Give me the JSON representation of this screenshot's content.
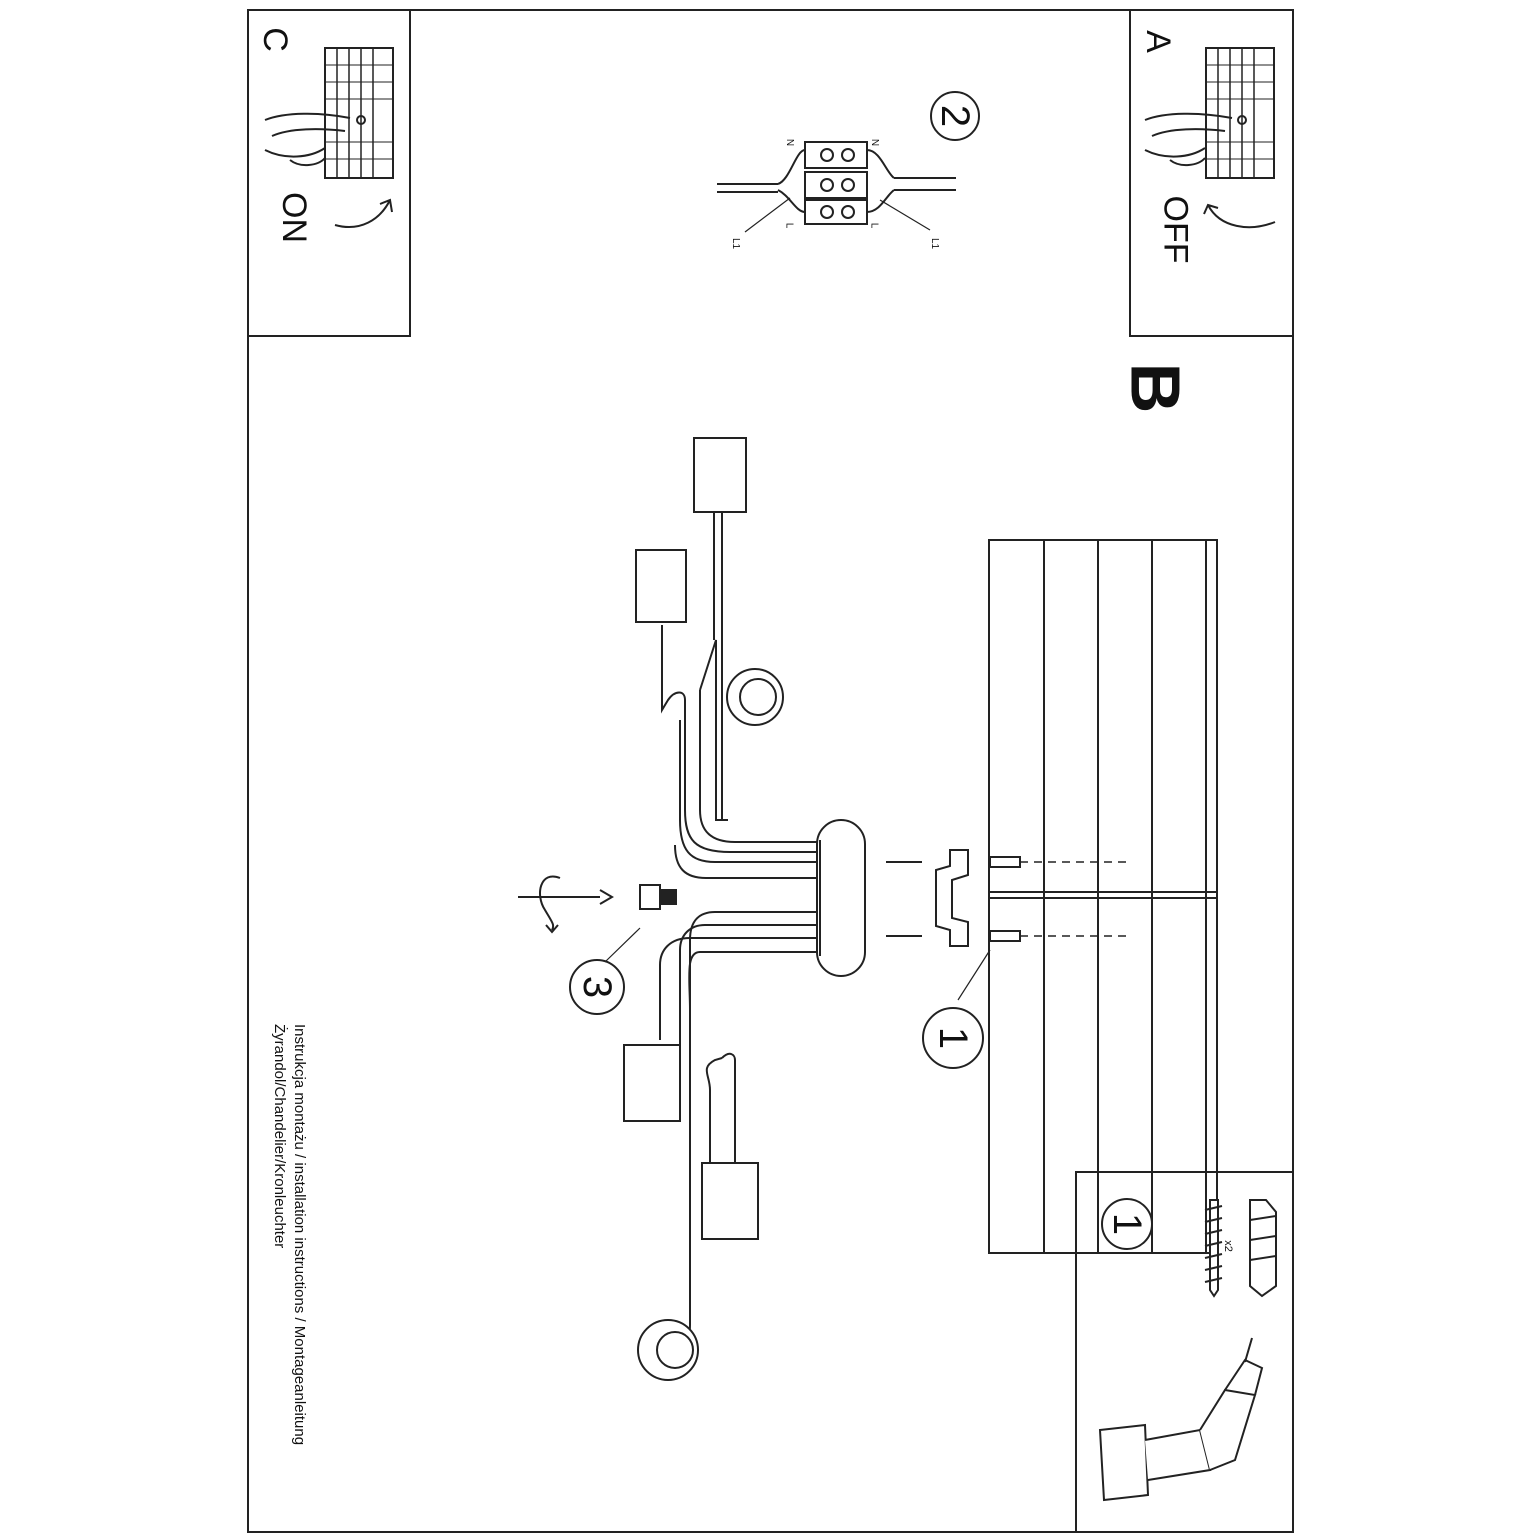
{
  "panels": {
    "a": {
      "letter": "A",
      "state": "OFF"
    },
    "b": {
      "letter": "B"
    },
    "c": {
      "letter": "C",
      "state": "ON"
    }
  },
  "steps": {
    "step1": "1",
    "step2": "2",
    "step3": "3"
  },
  "parts_box": {
    "step": "1",
    "quantity": "x2"
  },
  "terminal_labels": {
    "n": "N",
    "l": "L",
    "l1": "L1"
  },
  "caption": {
    "line1": "Instrukcja montażu / installation instructions / Montageanleitung",
    "line2": "Żyrandol/Chandelier/Kronleuchter"
  },
  "icons": [
    "hand-switch-icon",
    "arrow-icon",
    "drill-icon",
    "screw-icon",
    "wall-plug-icon",
    "terminal-block-icon",
    "chandelier-icon",
    "bracket-icon"
  ]
}
